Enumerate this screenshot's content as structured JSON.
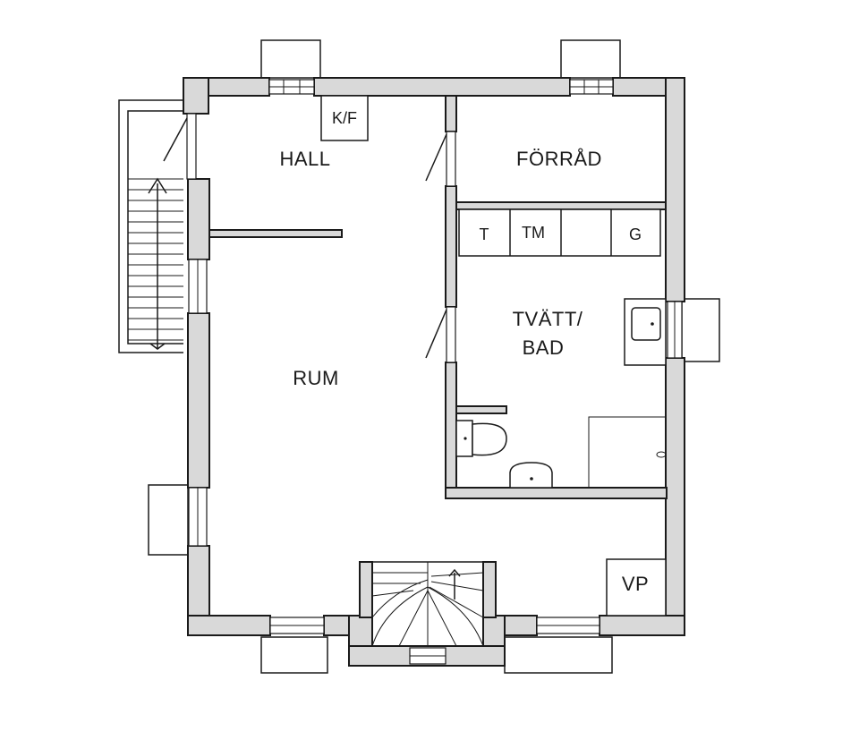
{
  "plan": {
    "rooms": {
      "hall": "HALL",
      "forrad": "FÖRRÅD",
      "tvatt_line1": "TVÄTT/",
      "tvatt_line2": "BAD",
      "rum": "RUM"
    },
    "fixtures": {
      "kf": "K/F",
      "t": "T",
      "tm": "TM",
      "g": "G",
      "vp": "VP"
    }
  },
  "colors": {
    "wall_fill": "#d9d9d9",
    "line": "#1a1a1a",
    "background": "#ffffff"
  }
}
